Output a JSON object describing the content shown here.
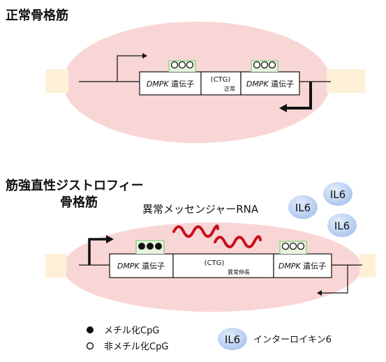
{
  "panel_top": {
    "title": "正常骨格筋",
    "gene_left": {
      "italic": "DMPK",
      "suffix": " 遺伝子"
    },
    "gene_right": {
      "italic": "DMPK",
      "suffix": " 遺伝子"
    },
    "repeat_label": "(CTG)",
    "repeat_sub": "正常"
  },
  "panel_bottom": {
    "title_line1": "筋強直性ジストロフィー",
    "title_line2": "骨格筋",
    "rna_label": "異常メッセンジャーRNA",
    "il6_bubbles": [
      "IL6",
      "IL6",
      "IL6"
    ],
    "gene_left": {
      "italic": "DMPK",
      "suffix": " 遺伝子"
    },
    "gene_right": {
      "italic": "DMPK",
      "suffix": " 遺伝子"
    },
    "repeat_label": "(CTG)",
    "repeat_sub": "異常伸長"
  },
  "legend": {
    "methyl_label": "メチル化CpG",
    "unmethyl_label": "非メチル化CpG",
    "il6_badge": "IL6",
    "il6_label": "インターロイキン6"
  },
  "colors": {
    "nucleus_fill": "#f9d6d6",
    "band_fill": "#fdf0d6",
    "rna_red": "#c8101a",
    "il6_blue": "#b7cdf0",
    "histone_green": "#9bd18a"
  }
}
